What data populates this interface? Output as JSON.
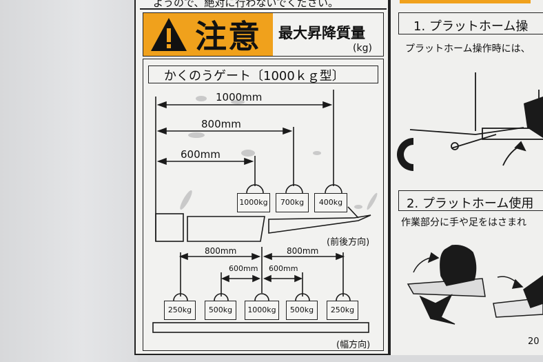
{
  "sign": {
    "top_text": "ようので、絶対に行わないでください。",
    "warning_label": "注意",
    "max_load_label": "最大昇降質量",
    "max_load_unit": "(kg)",
    "gate_title": "かくのうゲート〔1000ｋｇ型〕",
    "front_diagram": {
      "dims": [
        "1000mm",
        "800mm",
        "600mm"
      ],
      "weights": [
        "1000kg",
        "700kg",
        "400kg"
      ],
      "direction": "(前後方向)"
    },
    "width_diagram": {
      "dims": [
        "800mm",
        "800mm",
        "600mm",
        "600mm"
      ],
      "weights": [
        "250kg",
        "500kg",
        "1000kg",
        "500kg",
        "250kg"
      ],
      "direction": "(幅方向)"
    }
  },
  "right_sign": {
    "section1_title": "1. プラットホーム操",
    "section1_text": "プラットホーム操作時には、",
    "section2_title": "2. プラットホーム使用",
    "section2_text": "作業部分に手や足をはさまれ",
    "footer": "20"
  },
  "colors": {
    "warning_yellow": "#f0a11c",
    "ink": "#1a1a1a"
  }
}
